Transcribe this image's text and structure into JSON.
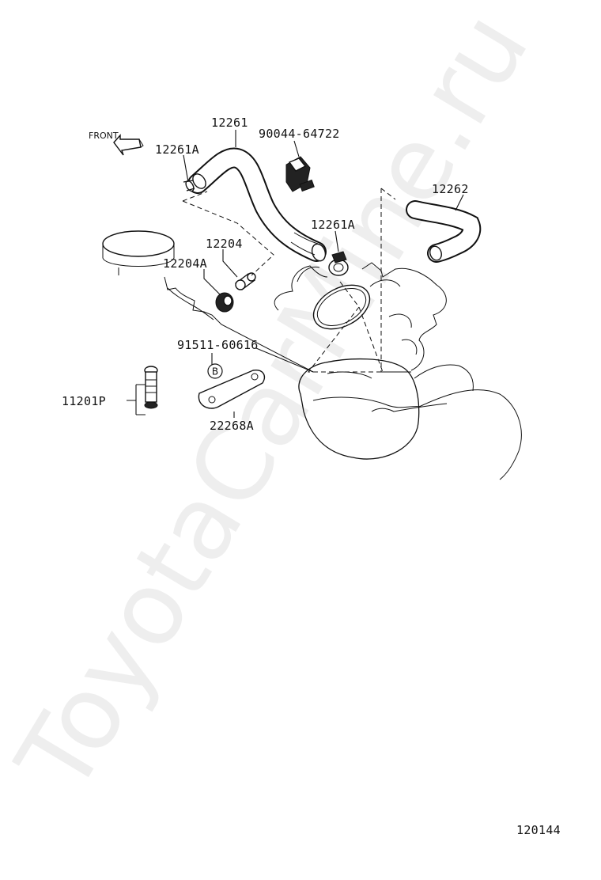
{
  "watermark": "ToyotaCarMine.ru",
  "front_label": "FRONT",
  "diagram_id": "120144",
  "callout_b": "B",
  "parts": {
    "hose_12261": "12261",
    "clamp_12261a_top": "12261A",
    "clamp_12261a_right": "12261A",
    "clip_90044": "90044-64722",
    "hose_12262": "12262",
    "valve_12204": "12204",
    "grommet_12204a": "12204A",
    "bolt_91511": "91511-60616",
    "bolt_11201p": "11201P",
    "bracket_22268a": "22268A"
  }
}
